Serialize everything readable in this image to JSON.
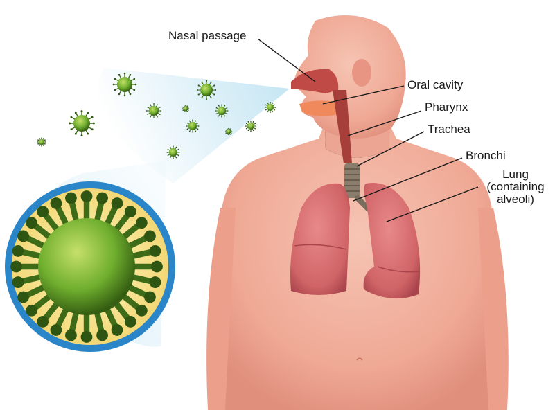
{
  "labels": {
    "nasal_passage": "Nasal passage",
    "oral_cavity": "Oral cavity",
    "pharynx": "Pharynx",
    "trachea": "Trachea",
    "bronchi": "Bronchi",
    "lung_line1": "Lung",
    "lung_line2": "(containing",
    "lung_line3": "alveoli)"
  },
  "colors": {
    "skin": "#f3b3a0",
    "skin_shadow": "#e18f7e",
    "lung": "#d86b6d",
    "lung_dark": "#b94a52",
    "airway": "#a63f3a",
    "trachea": "#8b7d6b",
    "virus": "#6fae2e",
    "virus_dark": "#3d6b17",
    "spray": "#bfe3f2",
    "callout_ring": "#2a86c8",
    "callout_fill": "#f4e08a"
  },
  "icons": {
    "virus": "virus-icon",
    "magnified_virus": "magnified-virus-icon"
  }
}
